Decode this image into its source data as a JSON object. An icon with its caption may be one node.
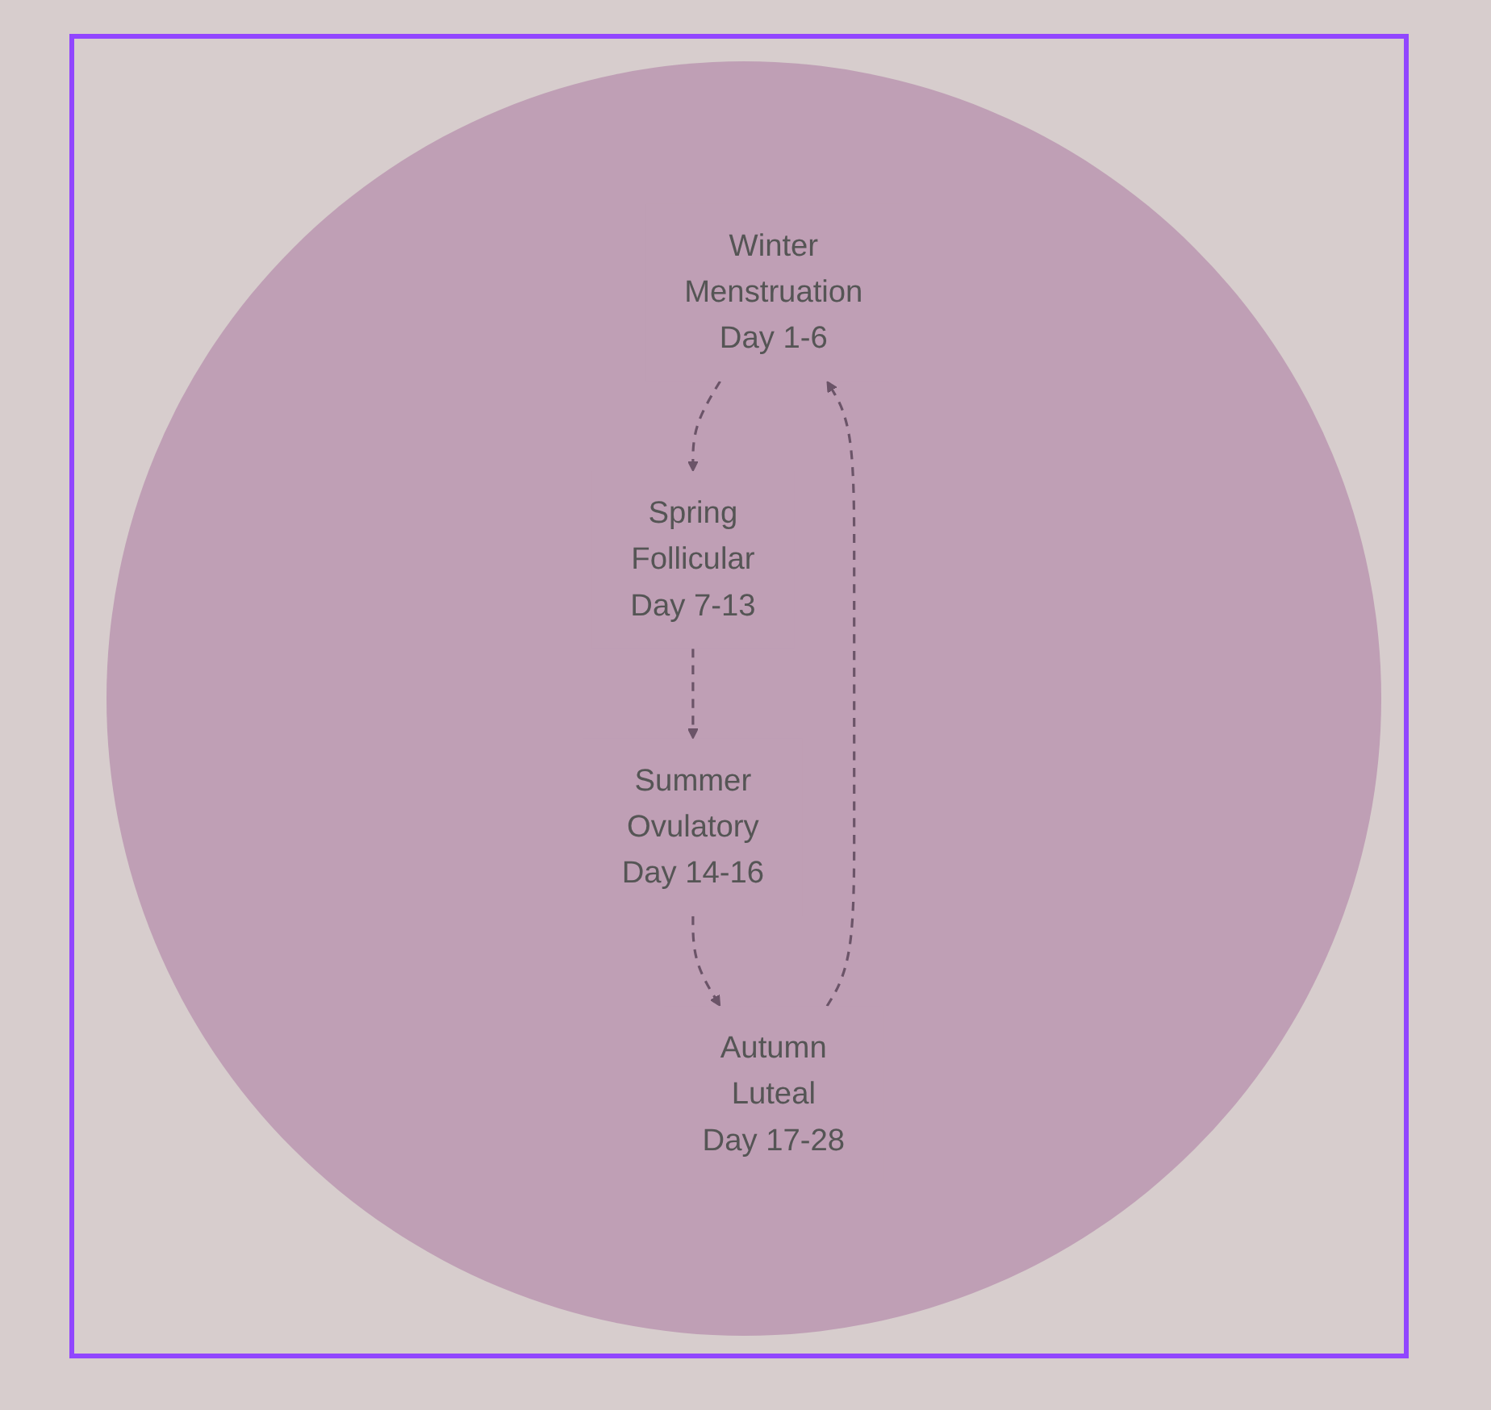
{
  "diagram": {
    "nodes": [
      {
        "text": [
          "Winter",
          "Menstruation",
          "Day 1-6"
        ]
      },
      {
        "text": [
          "Spring",
          "Follicular",
          "Day 7-13"
        ]
      },
      {
        "text": [
          "Summer",
          "Ovulatory",
          "Day 14-16"
        ]
      },
      {
        "text": [
          "Autumn",
          "Luteal",
          "Day 17-28"
        ]
      }
    ],
    "edges": [
      {
        "from": 0,
        "to": 1,
        "arrow": "to",
        "style": "dashed"
      },
      {
        "from": 1,
        "to": 2,
        "arrow": "to",
        "style": "dashed"
      },
      {
        "from": 2,
        "to": 3,
        "arrow": "to",
        "style": "dashed"
      },
      {
        "from": 3,
        "to": 0,
        "arrow": "to",
        "style": "dashed"
      }
    ]
  }
}
